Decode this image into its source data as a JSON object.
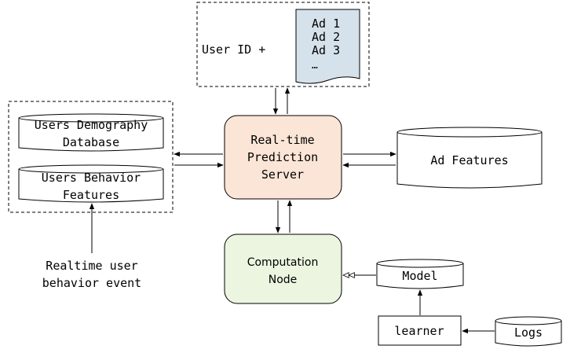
{
  "request": {
    "user_id_label": "User ID +",
    "ad_lines": [
      "Ad 1",
      "Ad 2",
      "Ad 3",
      "…"
    ]
  },
  "user_stores": {
    "demography": [
      "Users Demography",
      "Database"
    ],
    "behavior": [
      "Users Behavior",
      "Features"
    ]
  },
  "server": {
    "lines": [
      "Real-time",
      "Prediction",
      "Server"
    ],
    "fill": "#fbe5d6"
  },
  "ad_features": {
    "label": "Ad Features"
  },
  "computation": {
    "lines": [
      "Computation",
      "Node"
    ],
    "fill": "#ebf5df"
  },
  "event": {
    "lines": [
      "Realtime user",
      "behavior event"
    ]
  },
  "model": {
    "label": "Model"
  },
  "learner": {
    "label": "learner"
  },
  "logs": {
    "label": "Logs"
  },
  "document_fill": "#d6e2eb"
}
